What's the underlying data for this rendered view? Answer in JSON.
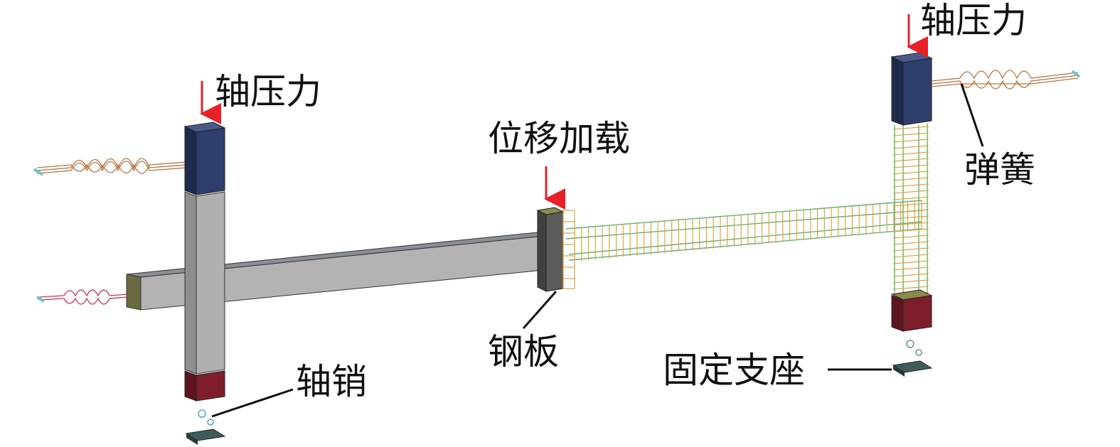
{
  "labels": {
    "axial_left": "轴压力",
    "axial_right": "轴压力",
    "displacement_load": "位移加载",
    "spring": "弹簧",
    "steel_plate": "钢板",
    "pin": "轴销",
    "fixed_support": "固定支座"
  },
  "colors": {
    "concrete": "#b0b0b0",
    "column_cap": "#2e3f6e",
    "column_base": "#7e1e2a",
    "steel_plate": "#6b6b3a",
    "rebar_long": "#5bb36b",
    "rebar_stirrup": "#e0a43c",
    "spring": "#b8743f",
    "spring_red": "#c8324e",
    "load_arrow": "#e8202a",
    "support": "#3f5a5a"
  }
}
